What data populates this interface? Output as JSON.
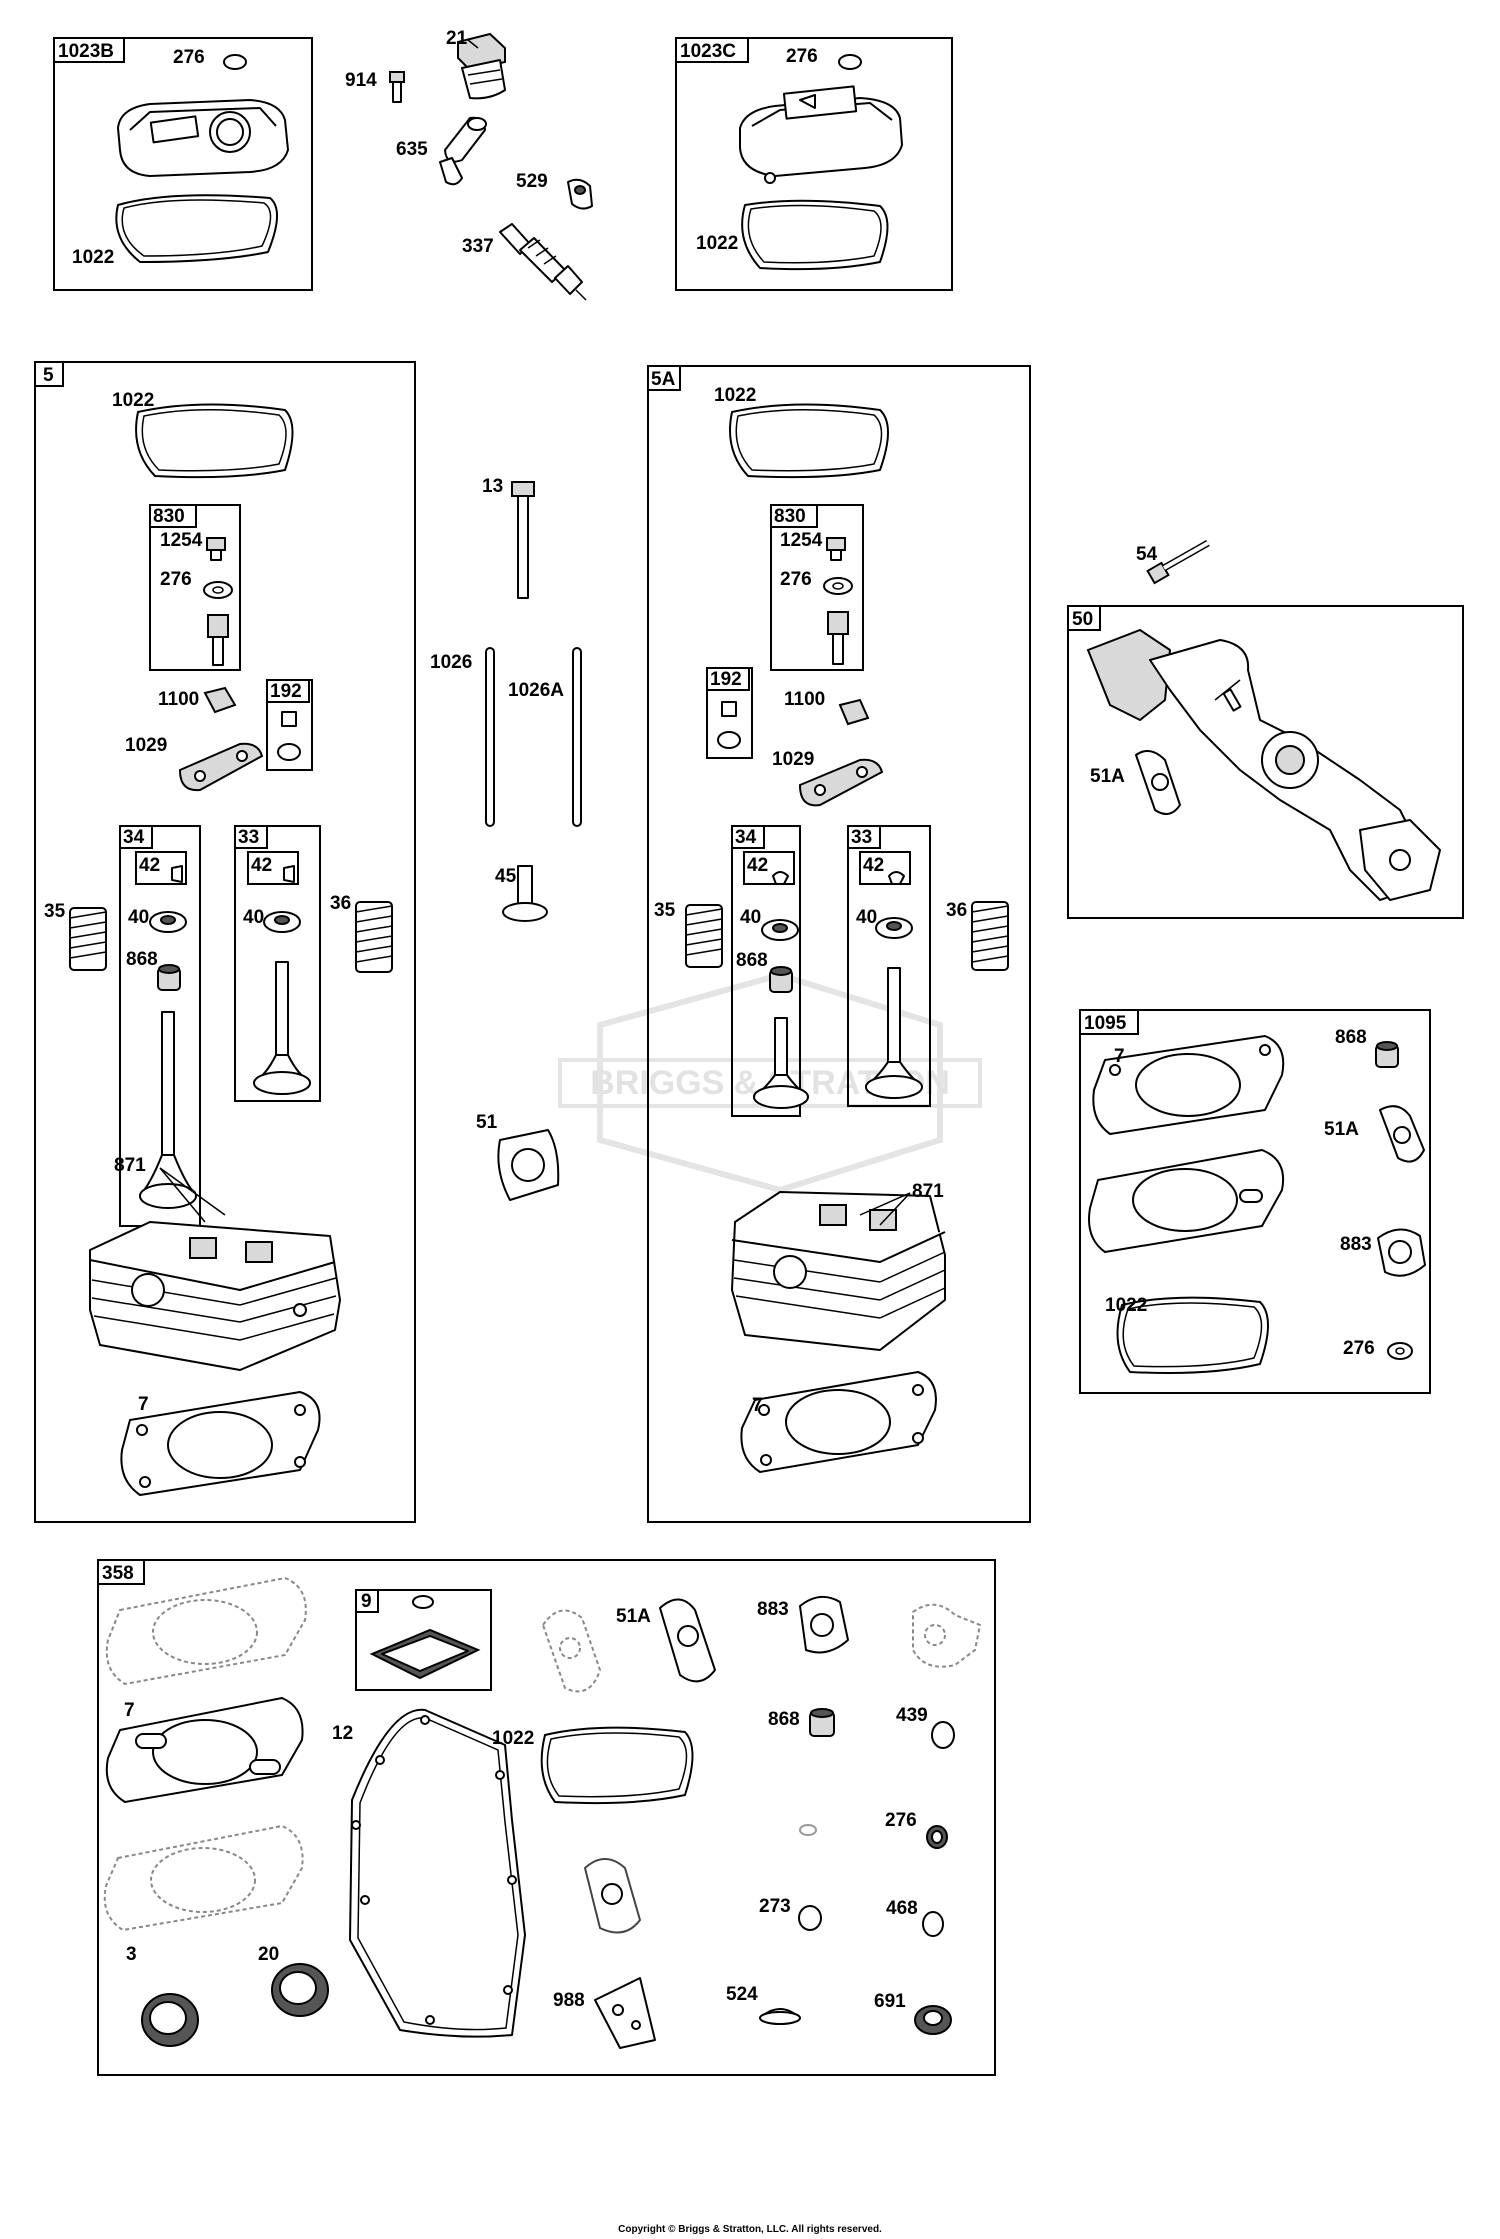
{
  "watermark": "BRIGGS & STRATTON",
  "copyright": "Copyright © Briggs & Stratton, LLC. All rights reserved.",
  "groups": {
    "g1023B": "1023B",
    "g1023C": "1023C",
    "g5": "5",
    "g5A": "5A",
    "g830a": "830",
    "g830b": "830",
    "g192a": "192",
    "g192b": "192",
    "g34a": "34",
    "g33a": "33",
    "g34b": "34",
    "g33b": "33",
    "g42a": "42",
    "g42b": "42",
    "g42c": "42",
    "g42d": "42",
    "g50": "50",
    "g1095": "1095",
    "g358": "358",
    "g9": "9"
  },
  "parts": {
    "p276_a": "276",
    "p1022_a": "1022",
    "p914": "914",
    "p21": "21",
    "p635": "635",
    "p529": "529",
    "p337": "337",
    "p276_b": "276",
    "p1022_b": "1022",
    "p1022_c": "1022",
    "p1254_a": "1254",
    "p276_c": "276",
    "p1100_a": "1100",
    "p1029_a": "1029",
    "p35_a": "35",
    "p36_a": "36",
    "p40_a": "40",
    "p40_b": "40",
    "p868_a": "868",
    "p871_a": "871",
    "p7_a": "7",
    "p13": "13",
    "p1026": "1026",
    "p1026A": "1026A",
    "p45": "45",
    "p51": "51",
    "p1022_d": "1022",
    "p1254_b": "1254",
    "p276_d": "276",
    "p1100_b": "1100",
    "p1029_b": "1029",
    "p35_b": "35",
    "p36_b": "36",
    "p40_c": "40",
    "p40_d": "40",
    "p868_b": "868",
    "p871_b": "871",
    "p7_b": "7",
    "p54": "54",
    "p51A_a": "51A",
    "p7_c": "7",
    "p868_c": "868",
    "p51A_b": "51A",
    "p883_a": "883",
    "p1022_e": "1022",
    "p276_e": "276",
    "p7_d": "7",
    "p12": "12",
    "p1022_f": "1022",
    "p51A_c": "51A",
    "p883_b": "883",
    "p868_d": "868",
    "p439": "439",
    "p276_f": "276",
    "p273": "273",
    "p468": "468",
    "p3": "3",
    "p20": "20",
    "p988": "988",
    "p524": "524",
    "p691": "691"
  }
}
